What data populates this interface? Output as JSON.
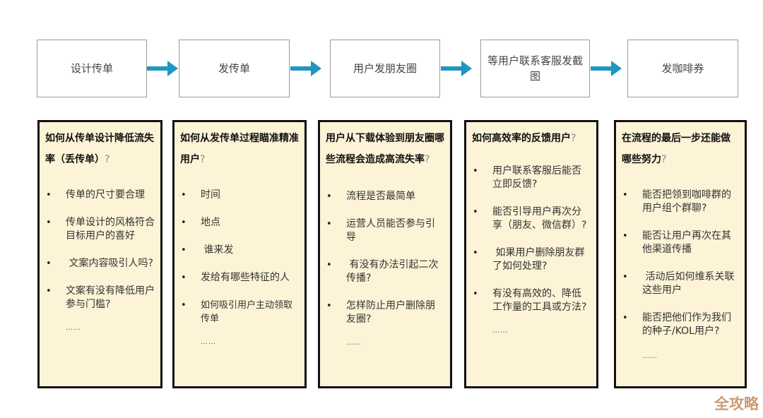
{
  "flow": {
    "steps": [
      {
        "label": "设计传单"
      },
      {
        "label": "发传单"
      },
      {
        "label": "用户发朋友圈"
      },
      {
        "label": "等用户联系客服发截图"
      },
      {
        "label": "发咖啡券"
      }
    ],
    "arrow_color": "#1f96c4"
  },
  "cards": [
    {
      "question": "如何从传单设计降低流失率（丢传单）",
      "qmark": "?",
      "bullet": "•",
      "items": [
        "传单的尺寸要合理",
        "传单设计的风格符合目标用户的喜好",
        " 文案内容吸引人吗?",
        "文案有没有降低用户参与门槛?"
      ],
      "more": "……"
    },
    {
      "question": "如何从发传单过程瞄准精准用户",
      "qmark": "?",
      "bullet": "•",
      "items": [
        "时间",
        "地点",
        " 谁来发",
        "发给有哪些特征的人",
        "如何吸引用户主动领取传单"
      ],
      "more": "……"
    },
    {
      "question": "用户从下载体验到朋友圈哪些流程会造成高流失率",
      "qmark": "?",
      "bullet": "•",
      "items": [
        "流程是否最简单",
        "运营人员能否参与引导",
        " 有没有办法引起二次传播?",
        "怎样防止用户删除朋友圈?"
      ],
      "more": "……"
    },
    {
      "question": "如何高效率的反馈用户",
      "qmark": "?",
      "bullet": "•",
      "items": [
        "用户联系客服后能否立即反馈?",
        "能否引导用户再次分享（朋友、微信群）?",
        " 如果用户删除朋友群了如何处理?",
        "有没有高效的、降低工作量的工具或方法?"
      ],
      "more": "……"
    },
    {
      "question": "在流程的最后一步还能做哪些努力",
      "qmark": "?",
      "bullet": "•",
      "items": [
        "能否把领到咖啡群的用户组个群聊?",
        "能否让用户再次在其他渠道传播",
        " 活动后如何维系关联这些用户",
        "能否把他们作为我们的种子/KOL用户?"
      ],
      "more": "……"
    }
  ],
  "watermark": "全攻略"
}
